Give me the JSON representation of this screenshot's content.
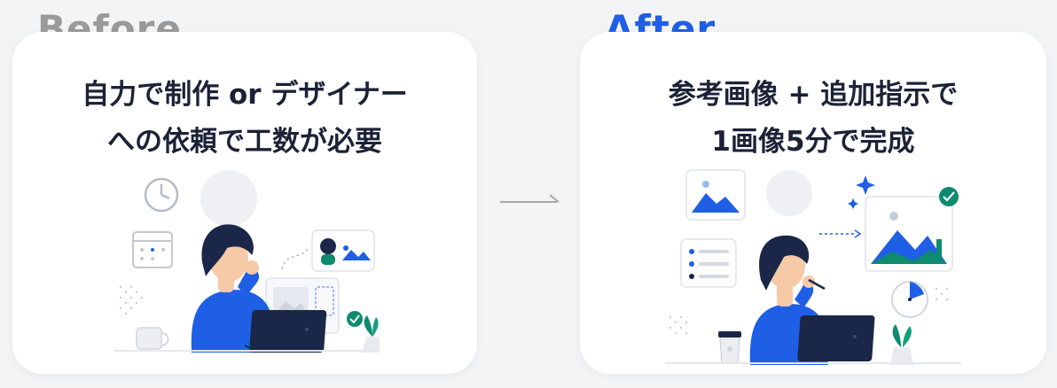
{
  "before": {
    "label": "Before",
    "heading_line1": "自力で制作 or デザイナー",
    "heading_line2": "への依頼で工数が必要"
  },
  "after": {
    "label": "After",
    "heading_line1": "参考画像 + 追加指示で",
    "heading_line2": "1画像5分で完成"
  },
  "icons": {
    "transition_arrow": "arrow-right-icon",
    "before_clock": "clock-icon",
    "before_calendar": "calendar-icon",
    "before_check": "check-circle-icon",
    "after_check": "check-circle-icon",
    "after_timer": "timer-icon",
    "after_sparkle": "sparkle-icon"
  },
  "colors": {
    "before_label": "#9a9a9a",
    "after_label": "#1f5fe6",
    "heading": "#1c2236",
    "accent_blue": "#1f5fe6",
    "navy": "#1a2748",
    "teal": "#0e8a6e"
  }
}
